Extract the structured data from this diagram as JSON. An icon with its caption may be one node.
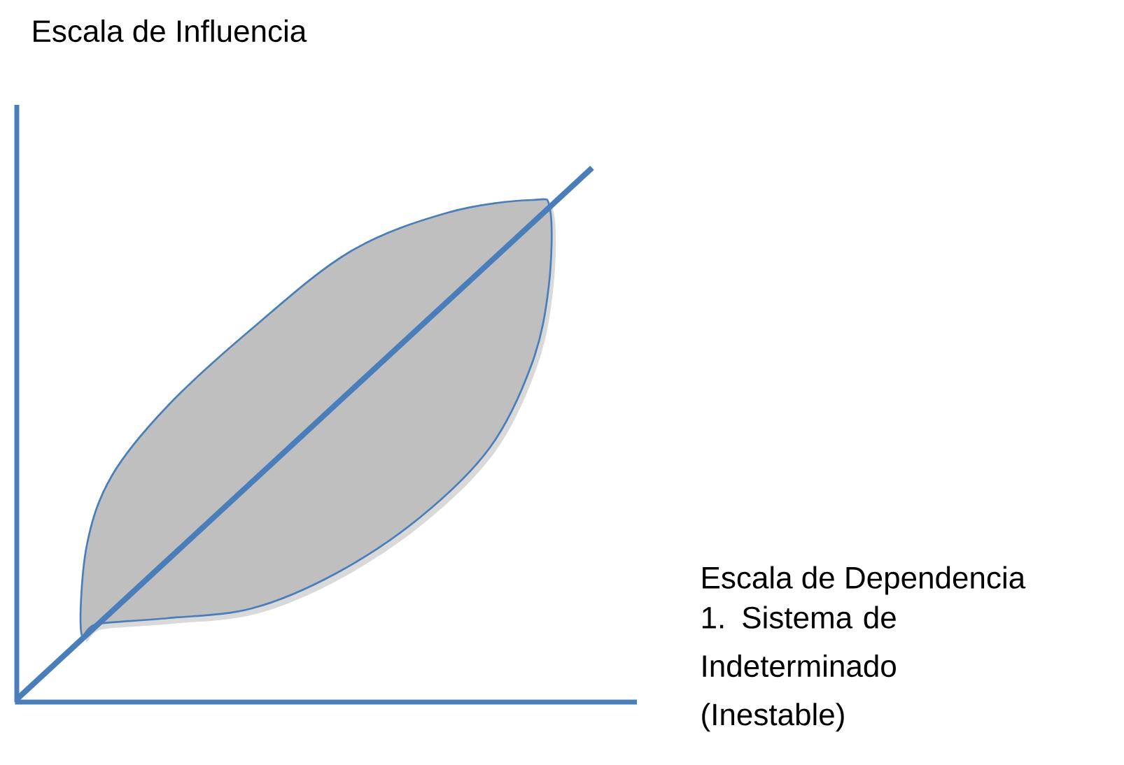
{
  "diagram": {
    "labels": [
      "Escala de Influencia",
      "Escala de Dependencia",
      "1. Sistema de Indeterminado (Inestable)"
    ]
  }
}
